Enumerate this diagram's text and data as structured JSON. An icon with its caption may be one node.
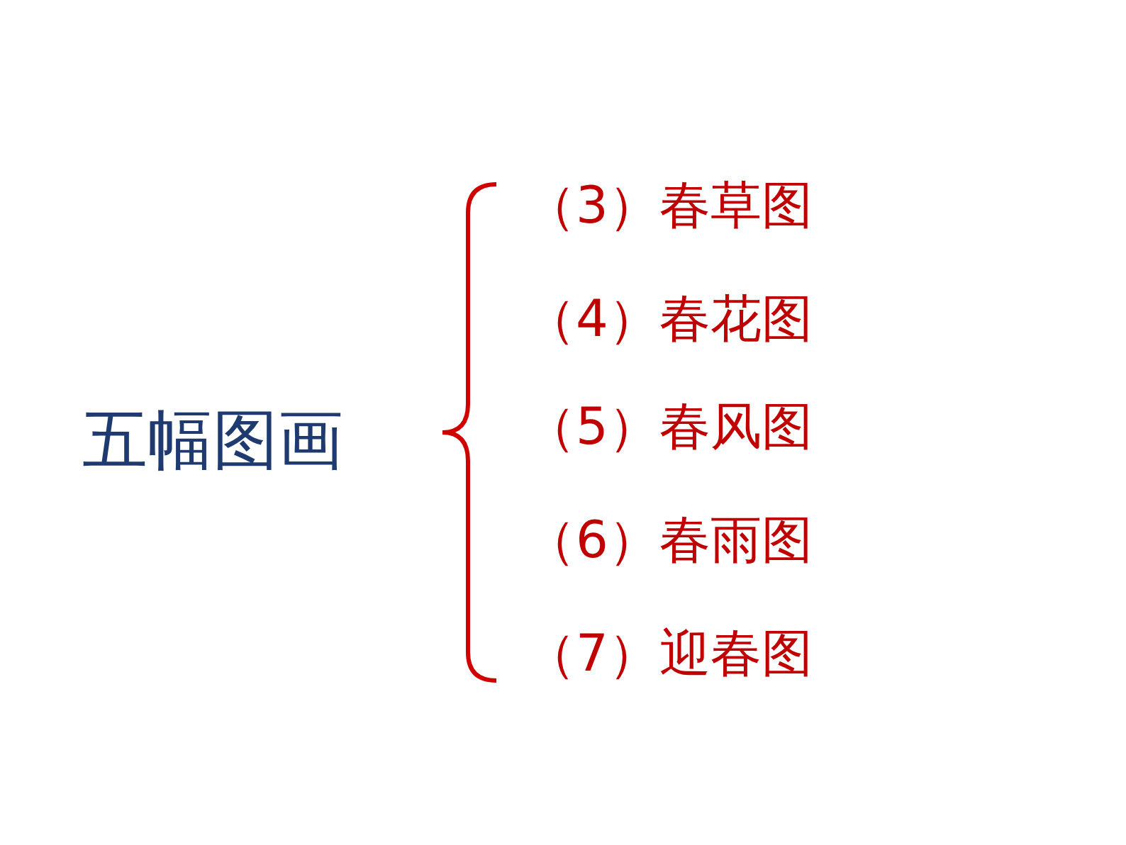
{
  "diagram": {
    "labels": [
      "五幅图画",
      "（3）春草图",
      "（4）春花图",
      "（5）春风图",
      "（6）春雨图",
      "（7）迎春图"
    ]
  }
}
